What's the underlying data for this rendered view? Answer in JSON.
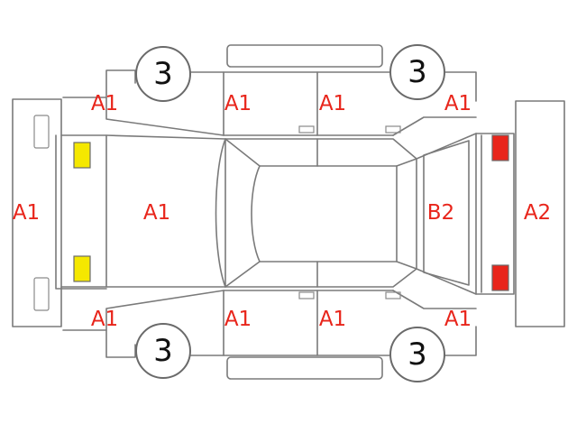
{
  "colors": {
    "code_text": "#e8251b",
    "outline": "#7a7a7a",
    "front_lamp": "#f5e800",
    "rear_lamp": "#e8251b"
  },
  "wheels": {
    "front_left": "3",
    "rear_left": "3",
    "front_right": "3",
    "rear_right": "3"
  },
  "codes": {
    "front_bumper": "A1",
    "hood": "A1",
    "roof_rear_glass": "B2",
    "rear_bumper": "A2",
    "top_left_fender": "A1",
    "top_front_door": "A1",
    "top_rear_door": "A1",
    "top_rear_quarter": "A1",
    "bottom_left_fender": "A1",
    "bottom_front_door": "A1",
    "bottom_rear_door": "A1",
    "bottom_rear_quarter": "A1"
  },
  "lamps": {
    "front": "yellow-lamp",
    "rear": "red-lamp"
  }
}
